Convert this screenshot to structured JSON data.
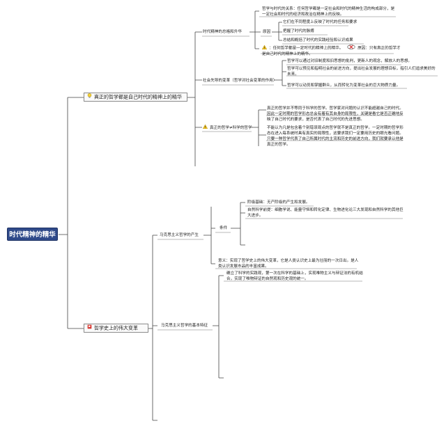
{
  "root": "时代精神的精华",
  "branch1": {
    "label": "真正的哲学都是自己时代的精神上的精华",
    "sub1": {
      "label": "时代精神的总格和升华",
      "p1": "哲学与时代的关系：任何哲学都是一定社会和时代的精神生活的构成部分，是一定社会和时代的经济和政治在精神上的反映。",
      "reason_label": "原因",
      "r1": "它们在不同程度上反映了时代的任务和要求",
      "r2": "把握了时代的脉搏",
      "r3": "总结和概括了时代的实践经验和认识成果",
      "warn": "：任何哲学都是一定时代的精神上的精华。",
      "wrong": "原因：只有真正的哲学才是自己时代的精神上的精华。"
    },
    "sub2": {
      "label": "社会先导的变革（哲学对社会变革的作用）",
      "p1": "哲学可以通过对旧制度和旧思想的批判，更新人的观念，解放人的思想。",
      "p2": "哲学可以预见和指明社会的前进方向，提出社会发展的理想目标，指引人们追求美好的未来。",
      "p3": "哲学可以动员和掌握群众，从而转化为变革社会的巨大物质力量。"
    },
    "sub3": {
      "label": "真正的哲学≠科学的哲学",
      "p1": "真正的哲学并不等同于科学的哲学。哲学家对问题的认识不能超越自己的时代。因此一定时期的哲学形态总会有着有其自身的局限性，关键是看它是否正确地反映了自己时代的要求，是否代表了自己时代的先进思想。",
      "p2": "不能认为凡是包含着个别错误观点的哲学就不是真正的哲学。一定时期的哲学形态在进入每系统时具有真实的局限性，这要求我们一定要用历史的眼光看问题。只要一种哲学代表了自己所属时代的主流和历史的前进方向，我们就要承认他是真正的哲学。"
    }
  },
  "branch2": {
    "label": "哲学史上的伟大变革",
    "sub1": {
      "label": "马克思主义哲学的产生",
      "cond_label": "条件",
      "c1": "阶级基础：无产阶级的产生和发展。",
      "c2": "自然科学前提：细胞学说、能量守恒和转化定律、生物进化论三大发现和自然科学的其他巨大进步。",
      "meaning": "意义：实现了哲学史上的伟大变革，它是人类认识史上最为壮丽的一次日出。是人类认识发展市品的丰富成果。"
    },
    "sub2": {
      "label": "马克思主义哲学的基本特征",
      "p1": "确立了科学的实践观，第一次在科学的基础上，实现唯物主义与辩证法的有机结合，实现了唯物辩证的自然观和历史观的统一。"
    }
  }
}
